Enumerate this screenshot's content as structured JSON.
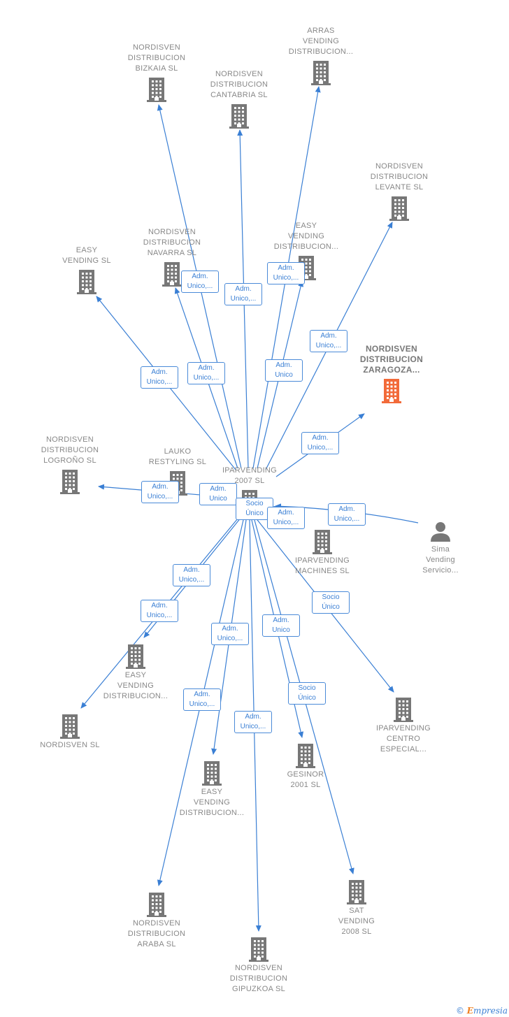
{
  "colors": {
    "edge": "#3a7fd4",
    "building": "#777777",
    "highlight": "#f26b3a"
  },
  "nodes": {
    "bizkaia": {
      "label": "NORDISVEN\nDISTRIBUCION\nBIZKAIA  SL",
      "icon": "building-icon"
    },
    "cantabria": {
      "label": "NORDISVEN\nDISTRIBUCION\nCANTABRIA  SL",
      "icon": "building-icon"
    },
    "arras": {
      "label": "ARRAS\nVENDING\nDISTRIBUCION...",
      "icon": "building-icon"
    },
    "levante": {
      "label": "NORDISVEN\nDISTRIBUCION\nLEVANTE  SL",
      "icon": "building-icon"
    },
    "navarra": {
      "label": "NORDISVEN\nDISTRIBUCION\nNAVARRA  SL",
      "icon": "building-icon"
    },
    "easy_top": {
      "label": "EASY\nVENDING\nDISTRIBUCION...",
      "icon": "building-icon"
    },
    "easy_sl": {
      "label": "EASY\nVENDING  SL",
      "icon": "building-icon"
    },
    "zaragoza": {
      "label": "NORDISVEN\nDISTRIBUCION\nZARAGOZA...",
      "icon": "building-icon"
    },
    "logrono": {
      "label": "NORDISVEN\nDISTRIBUCION\nLOGROÑO  SL",
      "icon": "building-icon"
    },
    "lauko": {
      "label": "LAUKO\nRESTYLING  SL",
      "icon": "building-icon"
    },
    "iparvending": {
      "label": "IPARVENDING\n2007 SL",
      "icon": "building-icon"
    },
    "machines": {
      "label": "IPARVENDING\nMACHINES  SL",
      "icon": "building-icon"
    },
    "sima": {
      "label": "Sima\nVending\nServicio...",
      "icon": "person-icon"
    },
    "easy_left": {
      "label": "EASY\nVENDING\nDISTRIBUCION...",
      "icon": "building-icon"
    },
    "nordisven": {
      "label": "NORDISVEN SL",
      "icon": "building-icon"
    },
    "centro": {
      "label": "IPARVENDING\nCENTRO\nESPECIAL...",
      "icon": "building-icon"
    },
    "easy_bottom": {
      "label": "EASY\nVENDING\nDISTRIBUCION...",
      "icon": "building-icon"
    },
    "gesinor": {
      "label": "GESINOR\n2001 SL",
      "icon": "building-icon"
    },
    "araba": {
      "label": "NORDISVEN\nDISTRIBUCION\nARABA  SL",
      "icon": "building-icon"
    },
    "sat": {
      "label": "SAT\nVENDING\n2008 SL",
      "icon": "building-icon"
    },
    "gipuzkoa": {
      "label": "NORDISVEN\nDISTRIBUCION\nGIPUZKOA  SL",
      "icon": "building-icon"
    }
  },
  "edge_labels": {
    "navarra_a": "Adm.\nUnico,...",
    "cantabria": "Adm.\nUnico,...",
    "easy_top": "Adm.\nUnico,...",
    "levante": "Adm.\nUnico,...",
    "easy_sl": "Adm.\nUnico,...",
    "navarra_b": "Adm.\nUnico,...",
    "arras": "Adm.\nUnico",
    "zaragoza": "Adm.\nUnico,...",
    "logrono": "Adm.\nUnico,...",
    "lauko": "Adm.\nUnico",
    "socio_main": "Socio\nÚnico",
    "machines": "Adm.\nUnico,...",
    "sima": "Adm.\nUnico,...",
    "easy_left_a": "Adm.\nUnico,...",
    "easy_left_b": "Adm.\nUnico,...",
    "centro": "Socio\nÚnico",
    "easy_bottom": "Adm.\nUnico,...",
    "gesinor": "Adm.\nUnico",
    "araba": "Adm.\nUnico,...",
    "sat": "Socio\nÚnico",
    "gipuzkoa": "Adm.\nUnico,..."
  },
  "footer": {
    "copyright": "©",
    "brand_e": "E",
    "brand_rest": "mpresia"
  }
}
